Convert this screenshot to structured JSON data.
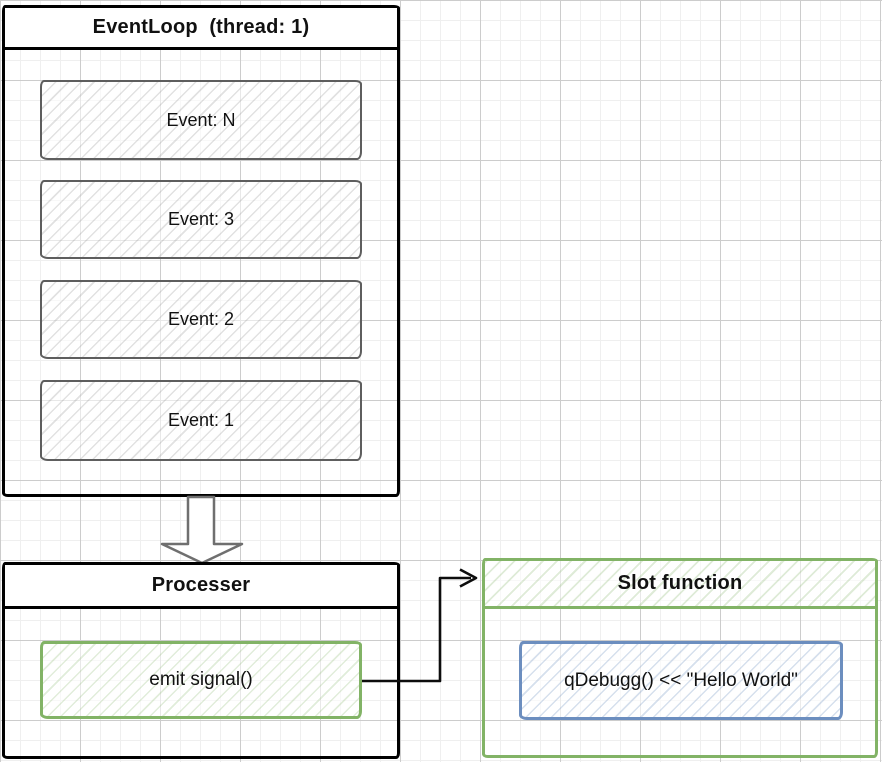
{
  "colors": {
    "box_border_black": "#000000",
    "event_border_gray": "#5e5e5e",
    "green": "#82b366",
    "blue": "#6c8ebf",
    "grid_minor": "#efefef",
    "grid_major": "#cccccc"
  },
  "event_loop": {
    "title": "EventLoop  (thread: 1)",
    "events": [
      "Event: N",
      "Event: 3",
      "Event: 2",
      "Event: 1"
    ]
  },
  "processer": {
    "title": "Processer",
    "emit_box": "emit signal()"
  },
  "slot_function": {
    "title": "Slot function",
    "code_box": "qDebugg() << \"Hello World\""
  },
  "icons": {
    "flow_arrow": "block-arrow-down",
    "signal_connector": "elbow-connector-open-arrow"
  }
}
